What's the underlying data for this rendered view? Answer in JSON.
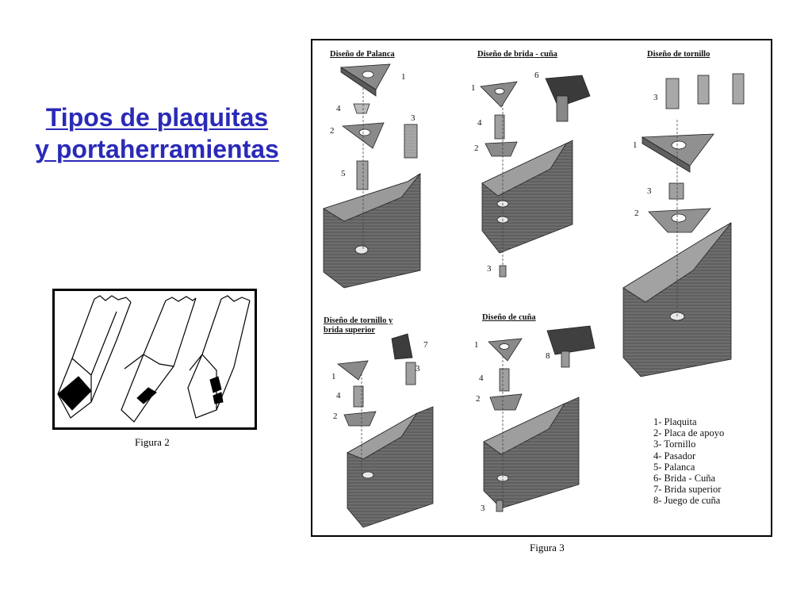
{
  "title": {
    "line1": "Tipos de plaquitas",
    "line2": "y portaherramientas"
  },
  "figure2": {
    "caption": "Figura 2"
  },
  "figure3": {
    "caption": "Figura 3",
    "sections": {
      "palanca": "Diseño de Palanca",
      "brida_cuna": "Diseño de brida - cuña",
      "tornillo": "Diseño de tornillo",
      "tornillo_brida_line1": "Diseño de tornillo y",
      "tornillo_brida_line2": "brida superior",
      "cuna": "Diseño de cuña"
    },
    "numbers": {
      "palanca": [
        "1",
        "4",
        "2",
        "3",
        "5"
      ],
      "brida_cuna": [
        "6",
        "1",
        "4",
        "2",
        "3"
      ],
      "tornillo": [
        "3",
        "1",
        "3",
        "2"
      ],
      "tornillo_brida": [
        "7",
        "1",
        "3",
        "4",
        "2"
      ],
      "cuna": [
        "1",
        "8",
        "4",
        "2",
        "3"
      ]
    },
    "legend": [
      "1- Plaquita",
      "2- Placa de apoyo",
      "3- Tornillo",
      "4- Pasador",
      "5- Palanca",
      "6- Brida - Cuña",
      "7- Brida superior",
      "8- Juego de cuña"
    ]
  }
}
